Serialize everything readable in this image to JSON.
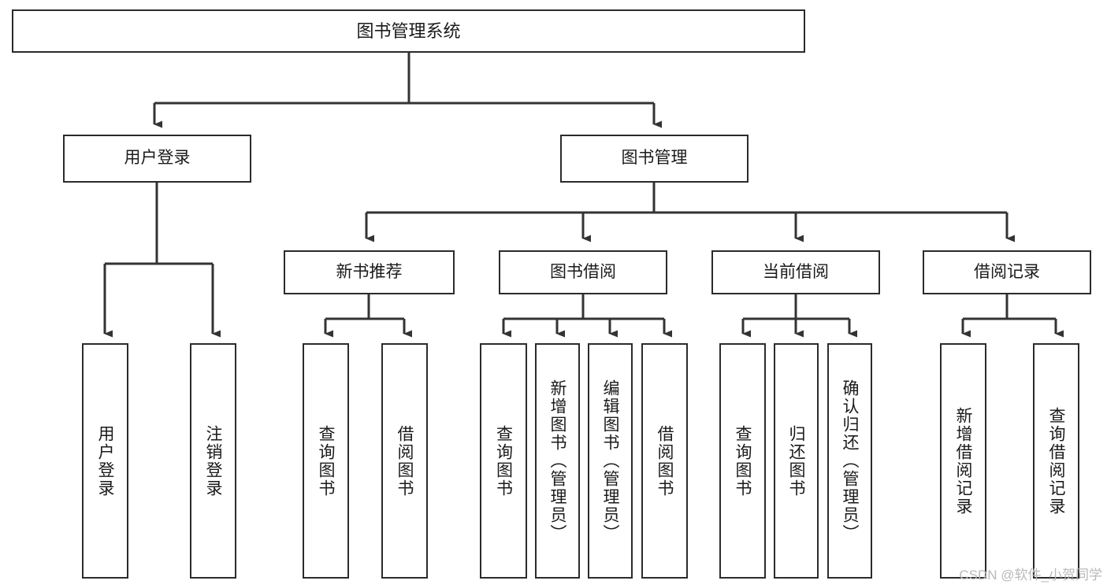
{
  "diagram": {
    "type": "tree",
    "title": "图书管理系统",
    "root": {
      "label": "图书管理系统"
    },
    "level2": [
      {
        "label": "用户登录"
      },
      {
        "label": "图书管理"
      }
    ],
    "level3": [
      {
        "label": "新书推荐"
      },
      {
        "label": "图书借阅"
      },
      {
        "label": "当前借阅"
      },
      {
        "label": "借阅记录"
      }
    ],
    "leaves": {
      "user_login": [
        {
          "label": "用户登录"
        },
        {
          "label": "注销登录"
        }
      ],
      "new_book_recommend": [
        {
          "label": "查询图书"
        },
        {
          "label": "借阅图书"
        }
      ],
      "book_borrow": [
        {
          "label": "查询图书"
        },
        {
          "label": "新增图书（管理员）"
        },
        {
          "label": "编辑图书（管理员）"
        },
        {
          "label": "借阅图书"
        }
      ],
      "current_borrow": [
        {
          "label": "查询图书"
        },
        {
          "label": "归还图书"
        },
        {
          "label": "确认归还（管理员）"
        }
      ],
      "borrow_record": [
        {
          "label": "新增借阅记录"
        },
        {
          "label": "查询借阅记录"
        }
      ]
    }
  },
  "watermark": {
    "text": "CSDN @软件_小贺同学"
  },
  "colors": {
    "background": "#ffffff",
    "box_border": "#2b2b2b",
    "text": "#1a1a1a",
    "connector": "#333333",
    "watermark": "#b9b9b9"
  }
}
